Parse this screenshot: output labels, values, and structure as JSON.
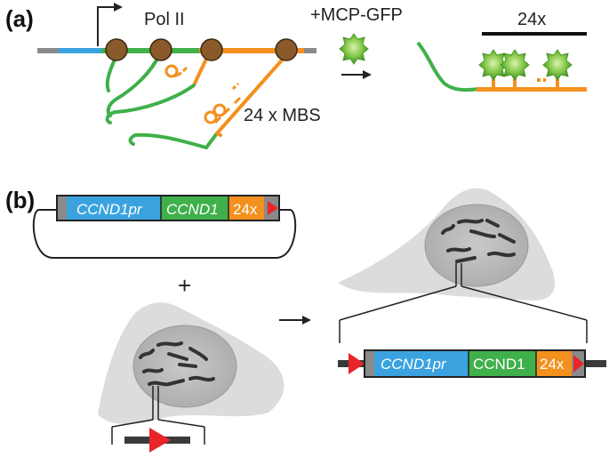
{
  "panel_a": {
    "label": "(a)",
    "pol_label": "Pol II",
    "reagent_label": "+MCP-GFP",
    "mbs_label": "24 x MBS",
    "repeat_label": "24x"
  },
  "panel_b": {
    "label": "(b)",
    "plus_label": "+",
    "plasmid_boxes": [
      "CCND1pr",
      "CCND1",
      "24x"
    ],
    "integrated_boxes": [
      "CCND1pr",
      "CCND1",
      "24x"
    ]
  },
  "colors": {
    "promoter": "#3aa3df",
    "gene": "#3fb04a",
    "repeat": "#f4901e",
    "polymerase": "#8a5a2b",
    "gfp": "#7dc242",
    "loxp": "#e8262a",
    "dna_gray": "#8a8a8a",
    "cell": "#d9d9d9",
    "nucleus": "#bdbdbd",
    "chromosome": "#333333"
  }
}
